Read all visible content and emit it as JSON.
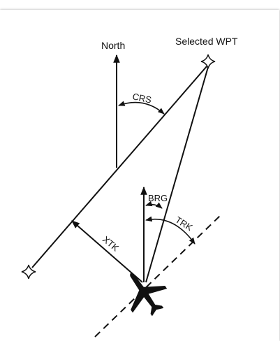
{
  "labels": {
    "north": "North",
    "waypoint": "Selected WPT",
    "crs": "CRS",
    "brg": "BRG",
    "trk": "TRK",
    "xtk": "XTK"
  },
  "colors": {
    "ink": "#111111",
    "background": "#ffffff"
  },
  "icons": [
    "waypoint-star-icon",
    "airplane-icon"
  ]
}
